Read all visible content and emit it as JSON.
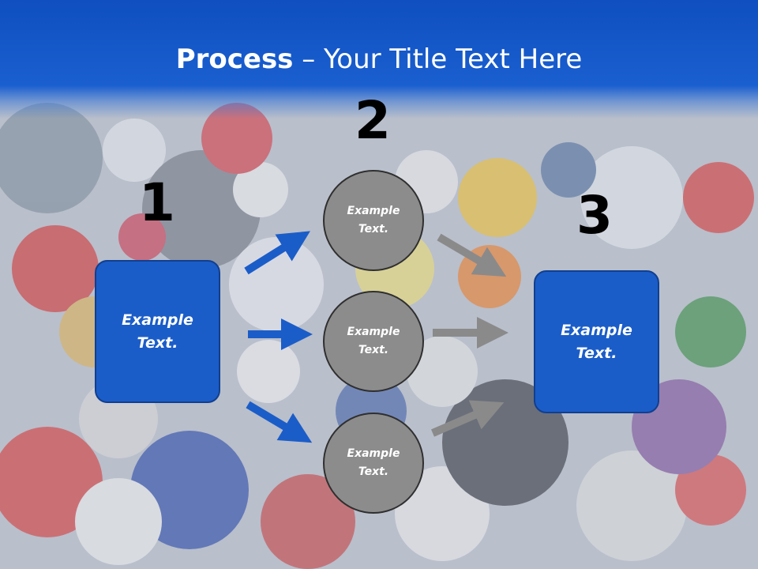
{
  "title": {
    "bold": "Process",
    "rest": " – Your Title Text Here"
  },
  "step_numbers": [
    "1",
    "2",
    "3"
  ],
  "left_box": {
    "line1": "Example",
    "line2": "Text."
  },
  "right_box": {
    "line1": "Example",
    "line2": "Text."
  },
  "circles": [
    {
      "line1": "Example",
      "line2": "Text."
    },
    {
      "line1": "Example",
      "line2": "Text."
    },
    {
      "line1": "Example",
      "line2": "Text."
    }
  ],
  "colors": {
    "header": "#1a5fd0",
    "box": "#1b5dc8",
    "circle": "#8c8c8c",
    "blue_arrow": "#1b5dc8",
    "gray_arrow": "#8a8a8a"
  }
}
